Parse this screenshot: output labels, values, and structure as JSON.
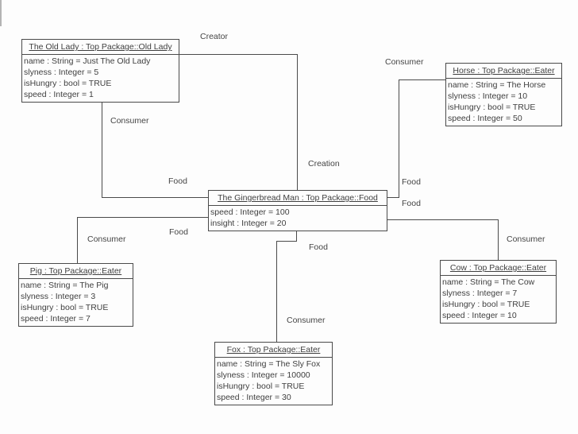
{
  "diagram": {
    "title_hint": "UML object diagram - The Gingerbread Man",
    "colors": {
      "background": "#fdfdfd",
      "line": "#4a4a4a",
      "text": "#3f3f3f"
    },
    "objects": {
      "old_lady": {
        "title": "The Old Lady : Top Package::Old Lady",
        "attributes": [
          "name : String = Just The Old Lady",
          "slyness : Integer = 5",
          "isHungry : bool = TRUE",
          "speed : Integer = 1"
        ]
      },
      "horse": {
        "title": "Horse : Top Package::Eater",
        "attributes": [
          "name : String = The Horse",
          "slyness : Integer = 10",
          "isHungry : bool = TRUE",
          "speed : Integer = 50"
        ]
      },
      "gingerbread_man": {
        "title": "The Gingerbread Man : Top Package::Food",
        "attributes": [
          "speed : Integer = 100",
          "insight : Integer = 20"
        ]
      },
      "pig": {
        "title": "Pig : Top Package::Eater",
        "attributes": [
          "name : String = The Pig",
          "slyness : Integer = 3",
          "isHungry : bool = TRUE",
          "speed : Integer = 7"
        ]
      },
      "cow": {
        "title": "Cow : Top Package::Eater",
        "attributes": [
          "name : String = The Cow",
          "slyness : Integer = 7",
          "isHungry : bool = TRUE",
          "speed : Integer = 10"
        ]
      },
      "fox": {
        "title": "Fox : Top Package::Eater",
        "attributes": [
          "name : String = The Sly Fox",
          "slyness : Integer = 10000",
          "isHungry : bool = TRUE",
          "speed : Integer = 30"
        ]
      }
    },
    "edge_labels": {
      "creator": "Creator",
      "creation": "Creation",
      "consumer_old_lady": "Consumer",
      "food_old_lady": "Food",
      "consumer_horse": "Consumer",
      "food_horse": "Food",
      "food_cow": "Food",
      "consumer_cow": "Consumer",
      "food_pig": "Food",
      "consumer_pig": "Consumer",
      "food_fox": "Food",
      "consumer_fox": "Consumer"
    }
  }
}
